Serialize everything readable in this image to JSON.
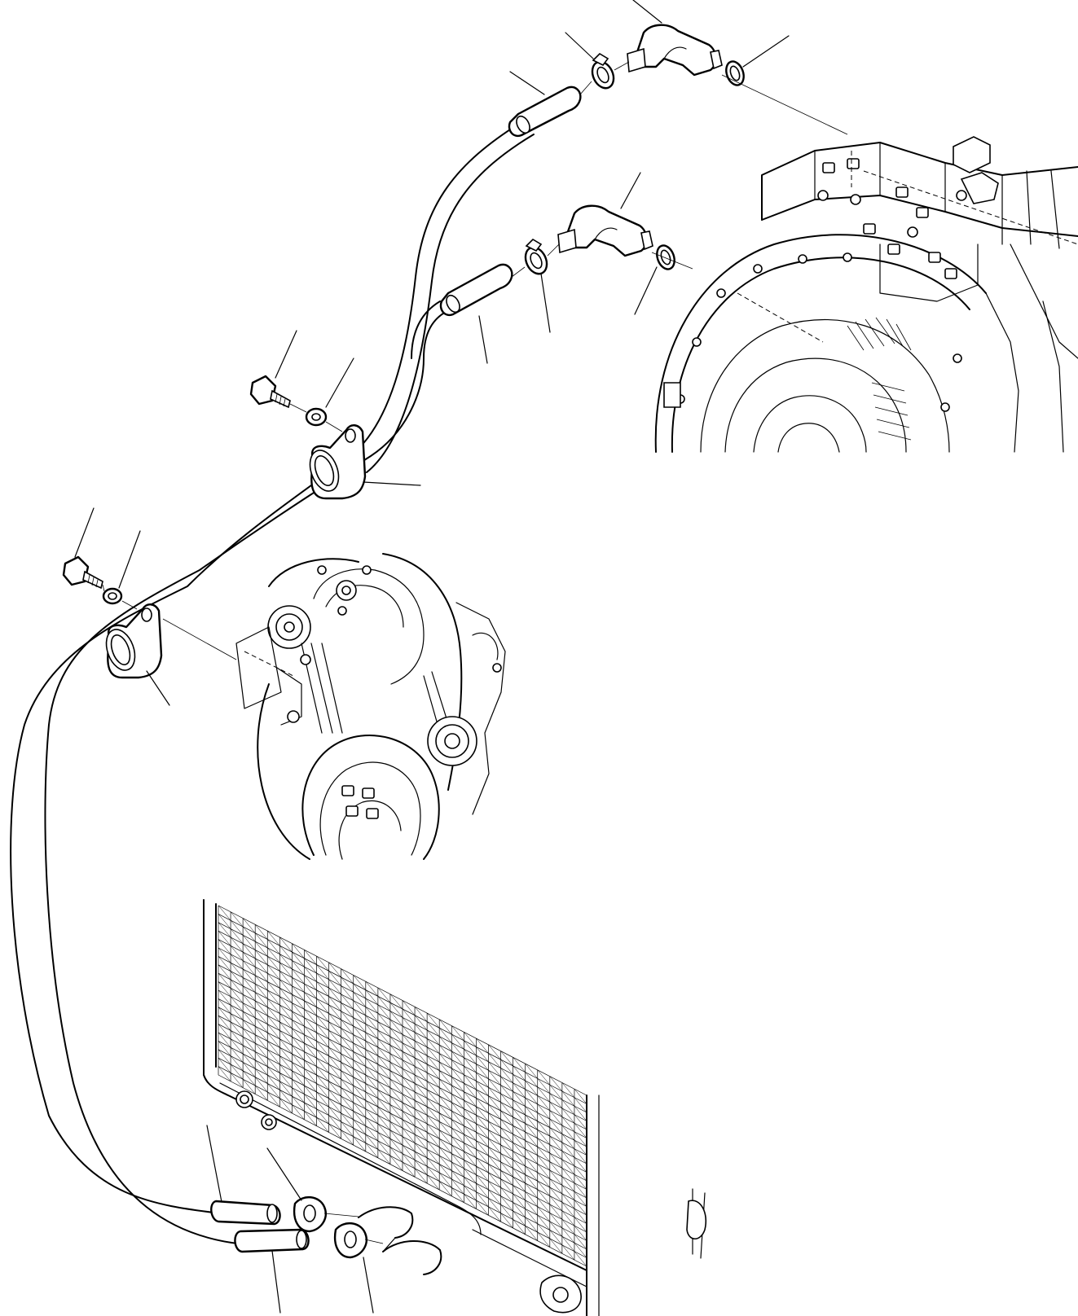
{
  "diagram": {
    "components": [
      {
        "name": "transmission-housing",
        "icon": "transmission-icon"
      },
      {
        "name": "engine-front-pulley-assembly",
        "icon": "engine-pulley-icon"
      },
      {
        "name": "radiator-cooler-core",
        "icon": "radiator-icon"
      },
      {
        "name": "upper-hose-line",
        "icon": "hose-icon"
      },
      {
        "name": "lower-hose-line",
        "icon": "hose-icon"
      },
      {
        "name": "elbow-fitting-upper",
        "icon": "elbow-fitting-icon"
      },
      {
        "name": "elbow-fitting-lower",
        "icon": "elbow-fitting-icon"
      },
      {
        "name": "hose-clamp",
        "icon": "clamp-icon"
      },
      {
        "name": "o-ring",
        "icon": "o-ring-icon"
      },
      {
        "name": "bolt",
        "icon": "bolt-icon"
      },
      {
        "name": "washer",
        "icon": "washer-icon"
      },
      {
        "name": "hose-bracket",
        "icon": "bracket-icon"
      }
    ]
  }
}
